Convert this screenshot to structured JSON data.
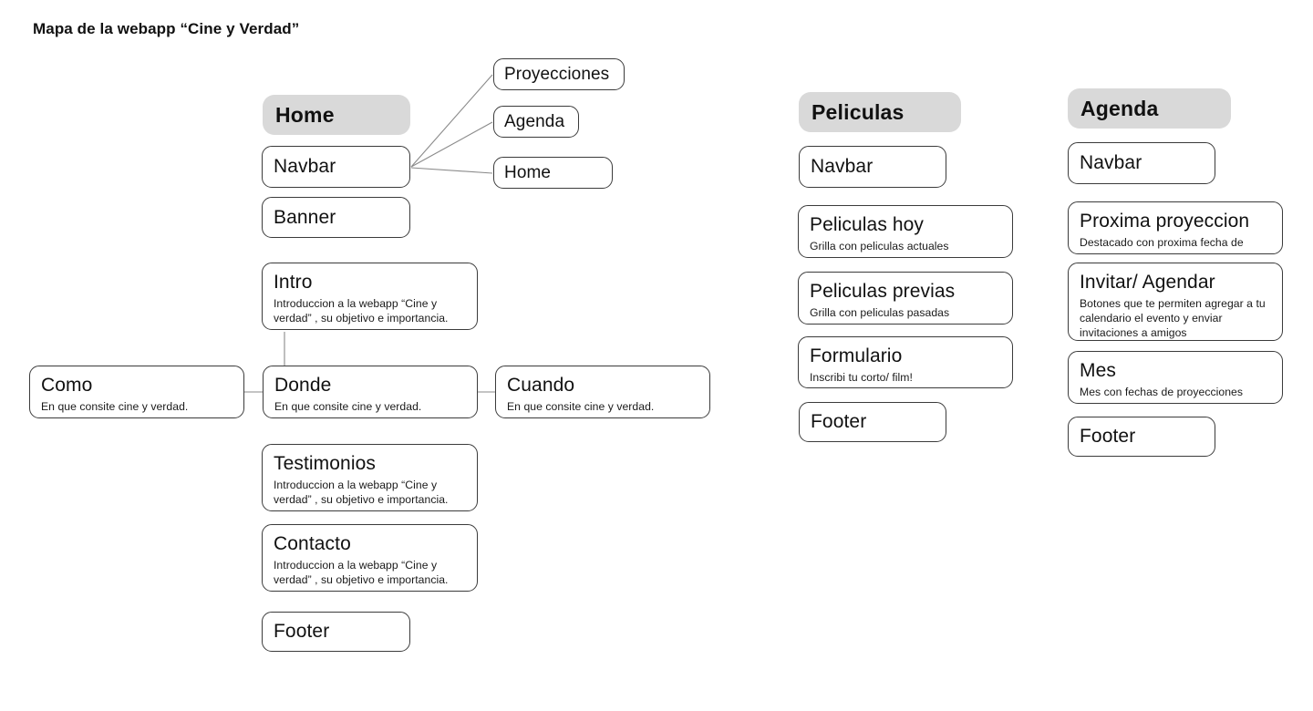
{
  "page": {
    "title": "Mapa de la webapp “Cine y Verdad”",
    "background": "#ffffff",
    "header_fill": "#d9d9d9",
    "node_border": "#3b3b3b",
    "connector_color": "#7a7a7a"
  },
  "columns": {
    "home": {
      "header": "Home",
      "nodes": {
        "navbar": "Navbar",
        "banner": "Banner",
        "intro_title": "Intro",
        "intro_desc": "Introduccion a la webapp “Cine y verdad” , su objetivo e importancia.",
        "como_title": "Como",
        "como_desc": "En que consite cine y verdad.",
        "donde_title": "Donde",
        "donde_desc": "En que consite cine y verdad.",
        "cuando_title": "Cuando",
        "cuando_desc": "En que consite cine y verdad.",
        "testimonios_title": "Testimonios",
        "testimonios_desc": "Introduccion a la webapp “Cine y verdad” , su objetivo e importancia.",
        "contacto_title": "Contacto",
        "contacto_desc": "Introduccion a la webapp “Cine y verdad” , su objetivo e importancia.",
        "footer": "Footer"
      },
      "navbar_links": {
        "proyecciones": "Proyecciones",
        "agenda": "Agenda",
        "home": "Home"
      }
    },
    "peliculas": {
      "header": "Peliculas",
      "nodes": {
        "navbar": "Navbar",
        "peliculas_hoy_title": "Peliculas hoy",
        "peliculas_hoy_desc": "Grilla con peliculas actuales",
        "peliculas_previas_title": "Peliculas previas",
        "peliculas_previas_desc": "Grilla con peliculas pasadas",
        "formulario_title": "Formulario",
        "formulario_desc": "Inscribi tu corto/ film!",
        "footer": "Footer"
      }
    },
    "agenda": {
      "header": "Agenda",
      "nodes": {
        "navbar": "Navbar",
        "proxima_title": "Proxima proyeccion",
        "proxima_desc": "Destacado con proxima fecha de",
        "invitar_title": "Invitar/ Agendar",
        "invitar_desc": "Botones que te permiten agregar a tu calendario el evento y enviar invitaciones a amigos",
        "mes_title": "Mes",
        "mes_desc": "Mes con fechas de proyecciones",
        "footer": "Footer"
      }
    }
  }
}
